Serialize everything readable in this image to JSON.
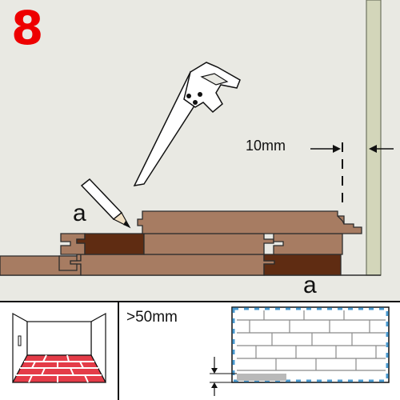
{
  "step": {
    "number": "8",
    "color": "#ee0000"
  },
  "labels": {
    "cut_mark_upper": "a",
    "cut_mark_lower": "a",
    "wall_gap": "10mm",
    "inset_distance": ">50mm"
  },
  "colors": {
    "background": "#e9e9e3",
    "wall": "#d3d6ba",
    "board_light": "#a77c62",
    "board_dark": "#5f2c12",
    "board_outline": "#2c2c2c",
    "floor_brick": "#e43c48",
    "inset_border": "#4a9ad0"
  },
  "icons": {
    "saw": "hand-saw-icon",
    "pencil": "pencil-icon",
    "room": "room-floor-icon",
    "brick_layout": "brick-layout-icon"
  }
}
